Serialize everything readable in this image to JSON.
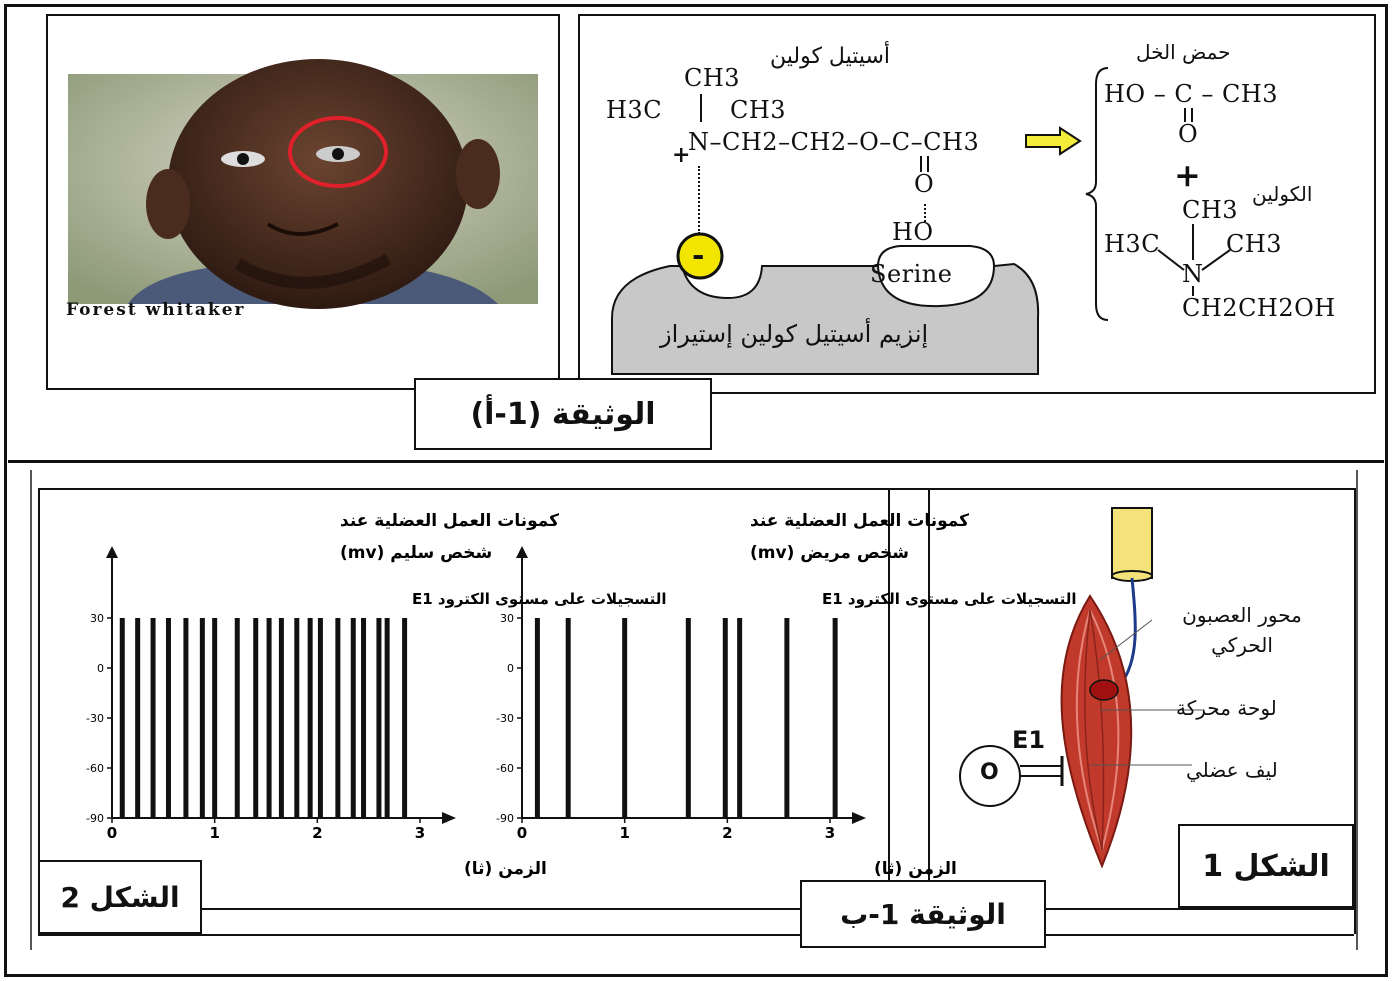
{
  "doc_1a": {
    "label": "الوثيقة (1-أ)",
    "photo": {
      "caption": "Forest whitaker"
    },
    "reaction": {
      "title_acetylcholine": "أسيتيل كولين",
      "title_acetic_acid": "حمض الخل",
      "title_choline": "الكولين",
      "enzyme_label": "إنزيم أسيتيل كولين إستيراز",
      "serine": "Serine",
      "ho": "HO",
      "minus": "-",
      "plus_charge": "+",
      "plus_sign": "+",
      "ach": {
        "ch3_top": "CH3",
        "h3c": "H3C",
        "ch3_right": "CH3",
        "chain": "N–CH2–CH2–O–C–CH3",
        "o_double": "O"
      },
      "acetic": {
        "formula": "HO – C – CH3",
        "o_double": "O"
      },
      "choline": {
        "ch3_top": "CH3",
        "h3c": "H3C",
        "ch3_right": "CH3",
        "n": "N",
        "tail": "CH2CH2OH"
      }
    }
  },
  "doc_1b": {
    "label": "الوثيقة 1-ب",
    "figure1": {
      "label": "الشكل 1",
      "axon": "محور العصبون الحركي",
      "motor_plate": "لوحة محركة",
      "muscle_fiber": "ليف عضلي",
      "electrode": "E1",
      "meter_symbol": "O"
    },
    "figure2_label": "الشكل 2"
  },
  "chart_data": [
    {
      "type": "bar",
      "title": "كمونات العمل العضلية عند شخص سليم (mv)",
      "subtitle": "التسجيلات على مستوى الكترود E1",
      "xlabel": "الزمن (ثا)",
      "xticks": [
        "0",
        "1",
        "2",
        "3"
      ],
      "yticks": [
        "30",
        "0",
        "-30",
        "-60",
        "-90"
      ],
      "ylim": [
        -90,
        30
      ],
      "xlim": [
        0,
        3
      ],
      "spikes_time_s": [
        0.1,
        0.25,
        0.4,
        0.55,
        0.72,
        0.88,
        1.0,
        1.22,
        1.4,
        1.53,
        1.65,
        1.8,
        1.93,
        2.03,
        2.2,
        2.35,
        2.45,
        2.6,
        2.68,
        2.85
      ],
      "spike_peak_mv": 30
    },
    {
      "type": "bar",
      "title": "كمونات العمل العضلية عند شخص مريض (mv)",
      "subtitle": "التسجيلات على مستوى الكترود E1",
      "xlabel": "الزمن (ثا)",
      "xticks": [
        "0",
        "1",
        "2",
        "3"
      ],
      "yticks": [
        "30",
        "0",
        "-30",
        "-60",
        "-90"
      ],
      "ylim": [
        -90,
        30
      ],
      "xlim": [
        0,
        3
      ],
      "spikes_time_s": [
        0.15,
        0.45,
        1.0,
        1.62,
        1.98,
        2.12,
        2.58,
        3.05
      ],
      "spike_peak_mv": 30
    }
  ],
  "colors": {
    "enzyme_fill": "#c8c8c8",
    "minus_circle": "#f2e600",
    "arrow_fill": "#f4ee3a",
    "muscle_red": "#c0392b",
    "axon_yellow": "#f3e37a",
    "axon_wire": "#1d3b8a",
    "eye_circle": "#e0202a"
  }
}
